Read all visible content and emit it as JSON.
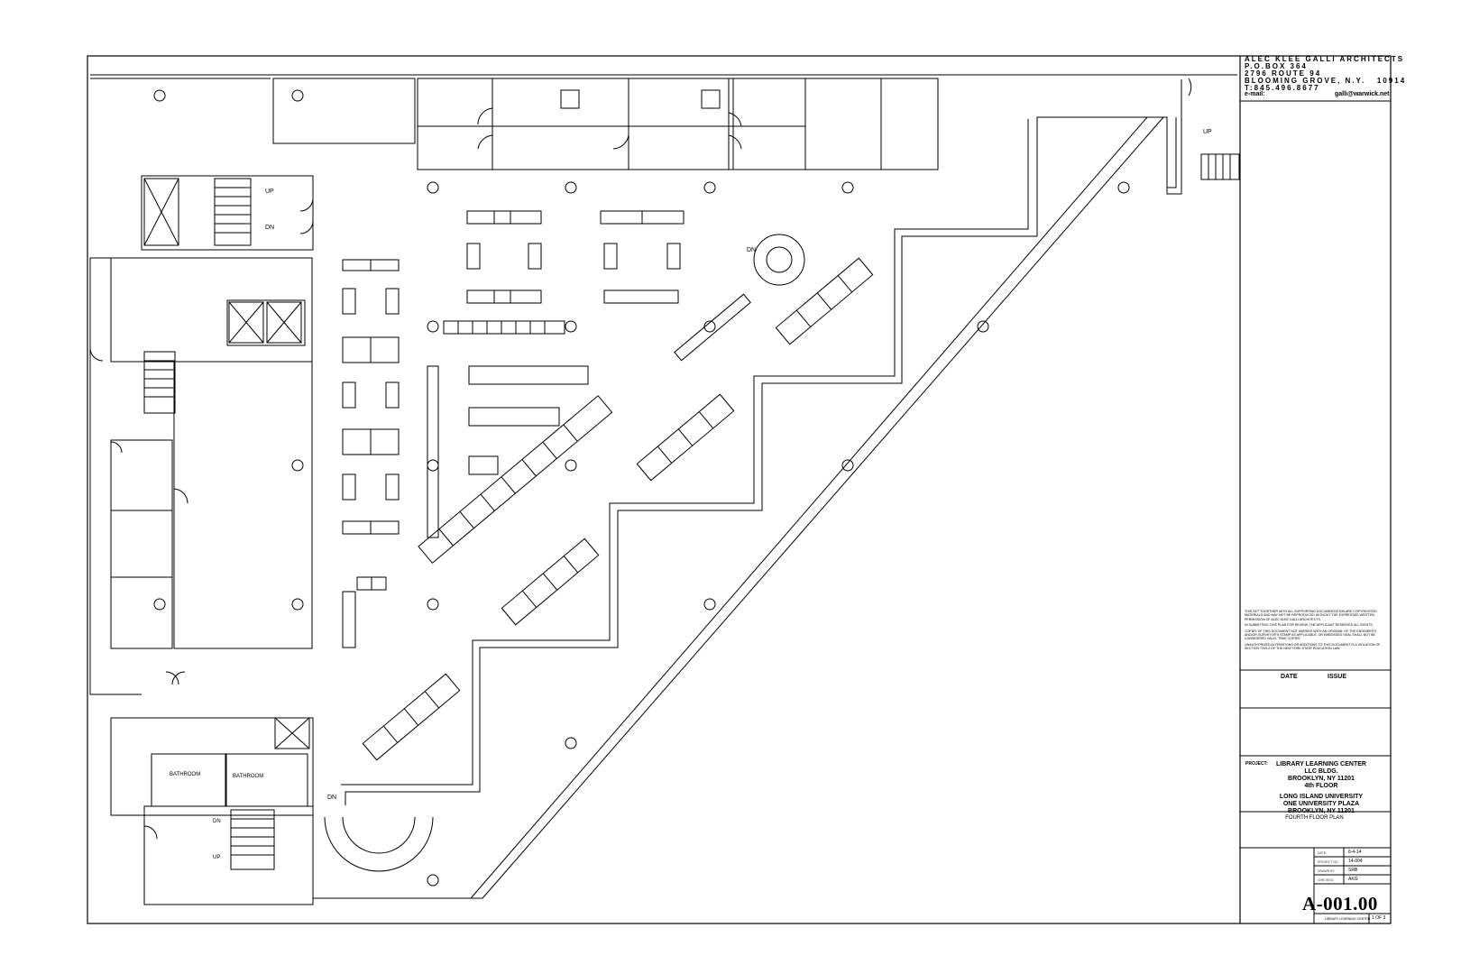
{
  "title_block": {
    "firm_lines": [
      "ALEC KLEE GALLI ARCHITECTS",
      "P.O.BOX 364",
      "2796 ROUTE 94",
      "BLOOMING GROVE, N.Y.   10914",
      "T:845.496.8677"
    ],
    "email_label": "e-mail:",
    "email": "galli@warwick.net",
    "notes": [
      "THIS SET TOGETHER WITH ALL SUPPORTING DOCUMENTATION ARE COPYRIGHTED MATERIALS AND MAY NOT BE REPRODUCED WITHOUT THE EXPRESSED WRITTEN PERMISSION OF ALEC KLEE GALLI ARCHITECTS.",
      "IN SUBMITTING THIS PLAN FOR REVIEW, THE APPLICANT RESERVES ALL RIGHTS.",
      "COPIES OF THIS DOCUMENT NOT MARKED WITH AN ORIGINAL OF THE ENGINEER'S AND/OR SURVEYOR'S STAMP AS APPLICABLE, OR EMBOSSED SEAL SHALL NOT BE CONSIDERED VALID, TRUE COPIES.",
      "UNAUTHORIZED ALTERATIONS OR ADDITIONS TO THIS DOCUMENT IS A VIOLATION OF SECTION 7209-2 OF THE NEW YORK STATE EDUCATION LAW."
    ],
    "date_header": "DATE",
    "issue_header": "ISSUE",
    "project_label": "PROJECT:",
    "project_lines": [
      "LIBRARY LEARNING CENTER",
      "LLC BLDG.",
      "BROOKLYN, NY 11201",
      "4th FLOOR"
    ],
    "client_lines": [
      "LONG ISLAND UNIVERSITY",
      "ONE UNIVERSITY PLAZA",
      "BROOKLYN, NY  11201"
    ],
    "sheet_title": "FOURTH FLOOR PLAN",
    "meta": [
      {
        "label": "DATE:",
        "value": "8-4-14"
      },
      {
        "label": "PROJECT NO.",
        "value": "14-004"
      },
      {
        "label": "DRAWN BY:",
        "value": "SRB"
      },
      {
        "label": "CHECKED:",
        "value": "AKG"
      }
    ],
    "sheet_number": "A-001.00",
    "footer_label": "LIBRARY LEARNING CENTER",
    "page": "1 OF 3"
  },
  "plan_labels": {
    "up": "UP",
    "dn": "DN",
    "bathroom": "BATHROOM"
  }
}
